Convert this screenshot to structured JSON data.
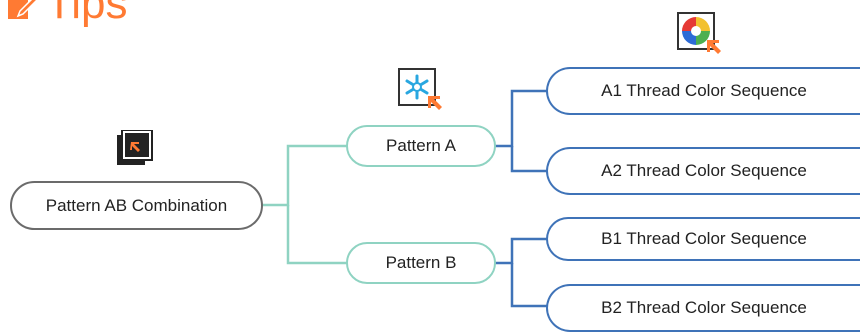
{
  "header": {
    "title": "Tips"
  },
  "mindmap": {
    "root": {
      "label": "Pattern AB Combination"
    },
    "patterns": [
      {
        "label": "Pattern A",
        "children": [
          "A1 Thread Color Sequence",
          "A2 Thread Color Sequence"
        ]
      },
      {
        "label": "Pattern B",
        "children": [
          "B1 Thread Color Sequence",
          "B2 Thread Color Sequence"
        ]
      }
    ]
  },
  "colors": {
    "title": "#ff7a33",
    "root_border": "#6b6b6b",
    "pattern_branch": "#8fd3c2",
    "leaf_branch": "#3f73b8",
    "icon_accent": "#ff7a33"
  },
  "icons": [
    "pencil-icon",
    "select-arrow-icon",
    "snowflake-select-icon",
    "color-wheel-select-icon"
  ]
}
